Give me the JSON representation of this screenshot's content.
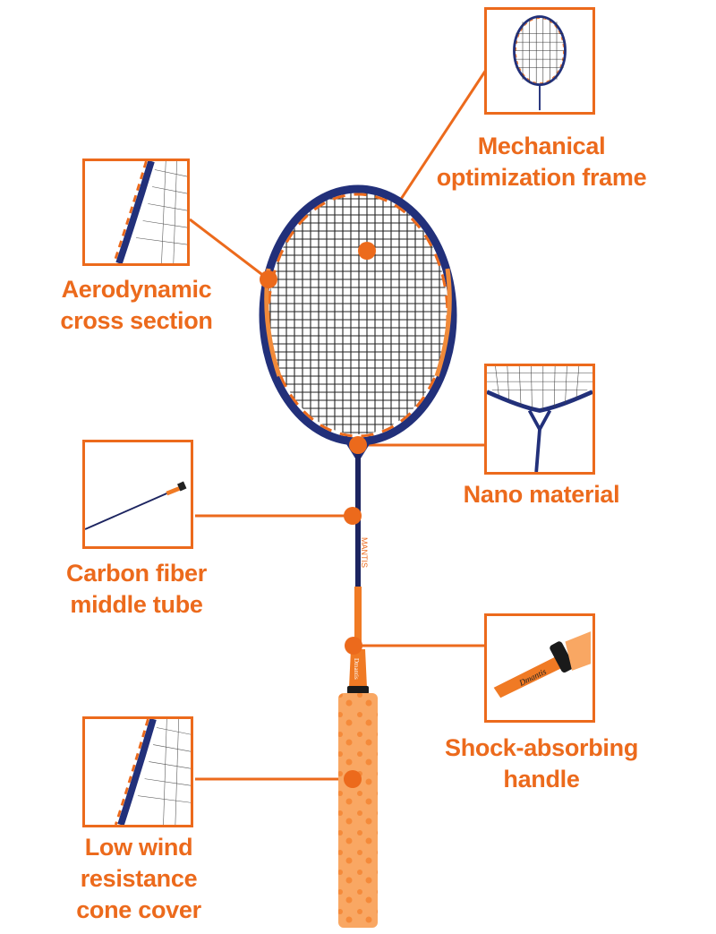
{
  "colors": {
    "accent": "#ec6a1c",
    "frame": "#22307a",
    "grip": "#f7a05a",
    "string": "#222222"
  },
  "features": {
    "mechanical": {
      "line1": "Mechanical",
      "line2": "optimization frame"
    },
    "aerodynamic": {
      "line1": "Aerodynamic",
      "line2": "cross section"
    },
    "nano": {
      "line1": "Nano material"
    },
    "carbon": {
      "line1": "Carbon fiber",
      "line2": "middle tube"
    },
    "shock": {
      "line1": "Shock-absorbing",
      "line2": "handle"
    },
    "cone": {
      "line1": "Low wind",
      "line2": "resistance",
      "line3": "cone cover"
    }
  },
  "logos": {
    "shaft_text": "MANTIS",
    "handle_text": "Dmantis"
  }
}
